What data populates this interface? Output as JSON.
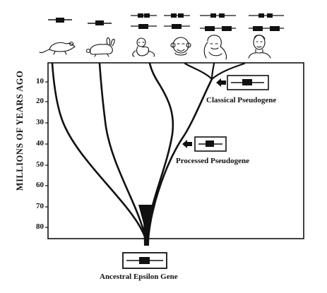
{
  "axis": {
    "label": "MILLIONS OF YEARS AGO",
    "ticks": [
      "10",
      "20",
      "30",
      "40",
      "50",
      "60",
      "70",
      "80"
    ]
  },
  "labels": {
    "classical": "Classical Pseudogene",
    "processed": "Processed Pseudogene",
    "ancestral": "Ancestral Epsilon Gene"
  },
  "taxa": [
    {
      "name": "mouse-icon"
    },
    {
      "name": "rabbit-icon"
    },
    {
      "name": "monkey-icon"
    },
    {
      "name": "chimpanzee-icon"
    },
    {
      "name": "gorilla-icon"
    },
    {
      "name": "human-icon"
    }
  ],
  "colors": {
    "ink": "#111111",
    "background": "#ffffff"
  }
}
